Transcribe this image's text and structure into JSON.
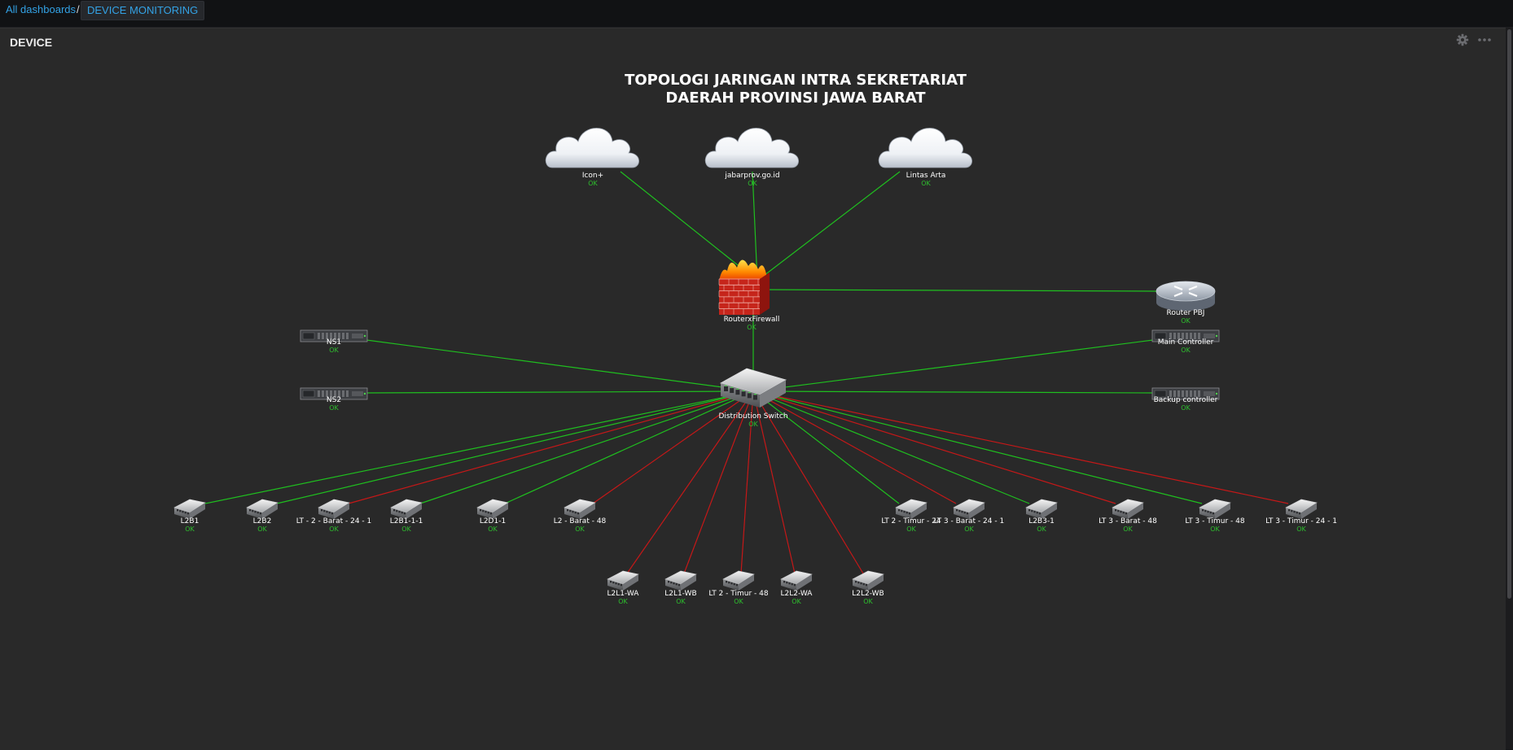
{
  "breadcrumb": {
    "root": "All dashboards",
    "separator": "/",
    "current": "DEVICE MONITORING"
  },
  "panel": {
    "title": "DEVICE",
    "settings_icon": "gear-icon",
    "menu_icon": "ellipsis-icon"
  },
  "diagram": {
    "title_line1": "TOPOLOGI JARINGAN INTRA SEKRETARIAT",
    "title_line2": "DAERAH PROVINSI JAWA BARAT",
    "colors": {
      "link_ok": "#1fbf1f",
      "link_down": "#c51818",
      "status_ok": "#2ec02e"
    },
    "nodes": [
      {
        "id": "iconplus",
        "type": "cloud",
        "label": "Icon+",
        "status": "OK"
      },
      {
        "id": "jabarprov",
        "type": "cloud",
        "label": "jabarprov.go.id",
        "status": "OK"
      },
      {
        "id": "lintasarta",
        "type": "cloud",
        "label": "Lintas Arta",
        "status": "OK"
      },
      {
        "id": "firewall",
        "type": "firewall",
        "label": "RouterxFirewall",
        "status": "OK"
      },
      {
        "id": "routerpbj",
        "type": "router",
        "label": "Router PBJ",
        "status": "OK"
      },
      {
        "id": "ns1",
        "type": "server",
        "label": "NS1",
        "status": "OK"
      },
      {
        "id": "ns2",
        "type": "server",
        "label": "NS2",
        "status": "OK"
      },
      {
        "id": "maincontroller",
        "type": "server",
        "label": "Main Controller",
        "status": "OK"
      },
      {
        "id": "backupcontroller",
        "type": "server",
        "label": "Backup controller",
        "status": "OK"
      },
      {
        "id": "distswitch",
        "type": "switch-large",
        "label": "Distribution Switch",
        "status": "OK"
      },
      {
        "id": "l2b1",
        "type": "switch",
        "label": "L2B1",
        "status": "OK"
      },
      {
        "id": "l2b2",
        "type": "switch",
        "label": "L2B2",
        "status": "OK"
      },
      {
        "id": "lt2barat241",
        "type": "switch",
        "label": "LT - 2 - Barat - 24 - 1",
        "status": "OK"
      },
      {
        "id": "l2b111",
        "type": "switch",
        "label": "L2B1-1-1",
        "status": "OK"
      },
      {
        "id": "l2d11",
        "type": "switch",
        "label": "L2D1-1",
        "status": "OK"
      },
      {
        "id": "l2barat48",
        "type": "switch",
        "label": "L2 - Barat - 48",
        "status": "OK"
      },
      {
        "id": "lt2timur24",
        "type": "switch",
        "label": "LT 2 - Timur - 24",
        "status": "OK"
      },
      {
        "id": "lt3barat241",
        "type": "switch",
        "label": "LT 3 - Barat - 24 - 1",
        "status": "OK"
      },
      {
        "id": "l2b31",
        "type": "switch",
        "label": "L2B3-1",
        "status": "OK"
      },
      {
        "id": "lt3barat48",
        "type": "switch",
        "label": "LT 3 - Barat - 48",
        "status": "OK"
      },
      {
        "id": "lt3timur48",
        "type": "switch",
        "label": "LT 3 - Timur - 48",
        "status": "OK"
      },
      {
        "id": "lt3timur241",
        "type": "switch",
        "label": "LT 3 - Timur - 24 - 1",
        "status": "OK"
      },
      {
        "id": "l2l1wa",
        "type": "switch",
        "label": "L2L1-WA",
        "status": "OK"
      },
      {
        "id": "l2l1wb",
        "type": "switch",
        "label": "L2L1-WB",
        "status": "OK"
      },
      {
        "id": "lt2timur48",
        "type": "switch",
        "label": "LT 2 - Timur - 48",
        "status": "OK"
      },
      {
        "id": "l2l2wa",
        "type": "switch",
        "label": "L2L2-WA",
        "status": "OK"
      },
      {
        "id": "l2l2wb",
        "type": "switch",
        "label": "L2L2-WB",
        "status": "OK"
      }
    ],
    "links": [
      {
        "from": "iconplus",
        "to": "firewall",
        "state": "ok"
      },
      {
        "from": "jabarprov",
        "to": "firewall",
        "state": "ok"
      },
      {
        "from": "lintasarta",
        "to": "firewall",
        "state": "ok"
      },
      {
        "from": "firewall",
        "to": "routerpbj",
        "state": "ok"
      },
      {
        "from": "firewall",
        "to": "distswitch",
        "state": "ok"
      },
      {
        "from": "ns1",
        "to": "distswitch",
        "state": "ok"
      },
      {
        "from": "ns2",
        "to": "distswitch",
        "state": "ok"
      },
      {
        "from": "maincontroller",
        "to": "distswitch",
        "state": "ok"
      },
      {
        "from": "backupcontroller",
        "to": "distswitch",
        "state": "ok"
      },
      {
        "from": "l2b1",
        "to": "distswitch",
        "state": "ok"
      },
      {
        "from": "l2b2",
        "to": "distswitch",
        "state": "ok"
      },
      {
        "from": "lt2barat241",
        "to": "distswitch",
        "state": "down"
      },
      {
        "from": "l2b111",
        "to": "distswitch",
        "state": "ok"
      },
      {
        "from": "l2d11",
        "to": "distswitch",
        "state": "ok"
      },
      {
        "from": "l2barat48",
        "to": "distswitch",
        "state": "down"
      },
      {
        "from": "lt2timur24",
        "to": "distswitch",
        "state": "ok"
      },
      {
        "from": "lt3barat241",
        "to": "distswitch",
        "state": "down"
      },
      {
        "from": "l2b31",
        "to": "distswitch",
        "state": "ok"
      },
      {
        "from": "lt3barat48",
        "to": "distswitch",
        "state": "down"
      },
      {
        "from": "lt3timur48",
        "to": "distswitch",
        "state": "ok"
      },
      {
        "from": "lt3timur241",
        "to": "distswitch",
        "state": "down"
      },
      {
        "from": "l2l1wa",
        "to": "distswitch",
        "state": "down"
      },
      {
        "from": "l2l1wb",
        "to": "distswitch",
        "state": "down"
      },
      {
        "from": "lt2timur48",
        "to": "distswitch",
        "state": "down"
      },
      {
        "from": "l2l2wa",
        "to": "distswitch",
        "state": "down"
      },
      {
        "from": "l2l2wb",
        "to": "distswitch",
        "state": "down"
      }
    ]
  }
}
